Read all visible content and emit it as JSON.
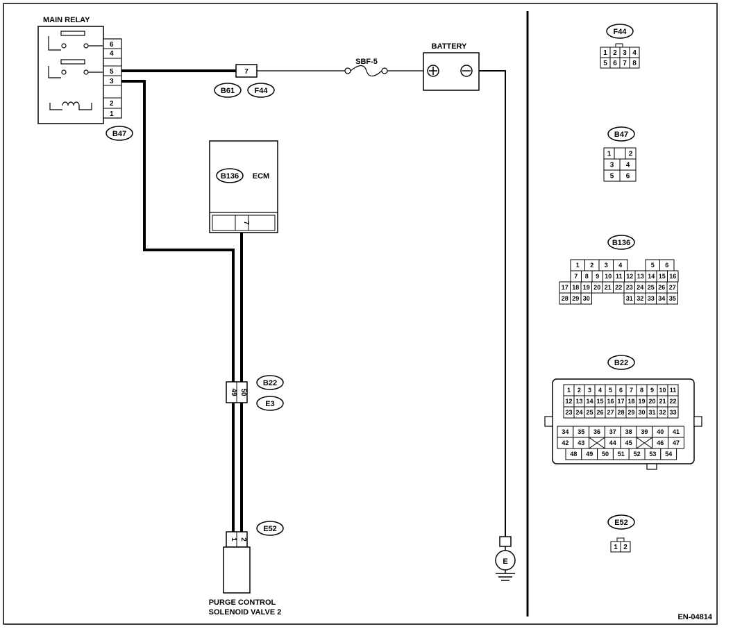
{
  "main_relay": {
    "label": "MAIN RELAY",
    "pins": [
      "6",
      "4",
      "5",
      "3",
      "2",
      "1"
    ],
    "connector": "B47"
  },
  "fuse_connector": {
    "pin": "7",
    "connectors": [
      "B61",
      "F44"
    ]
  },
  "fuse": {
    "label": "SBF-5"
  },
  "battery": {
    "label": "BATTERY"
  },
  "ecm": {
    "label": "ECM",
    "connector": "B136",
    "pin": "7"
  },
  "b22_e3": {
    "pins": [
      "49",
      "50"
    ],
    "connectors": [
      "B22",
      "E3"
    ]
  },
  "valve": {
    "connector": "E52",
    "pins": [
      "1",
      "2"
    ],
    "label_line1": "PURGE CONTROL",
    "label_line2": "SOLENOID VALVE 2"
  },
  "ground": {
    "label": "E"
  },
  "code": "EN-04814",
  "legend": {
    "f44": {
      "name": "F44",
      "rows": [
        [
          "1",
          "2",
          "3",
          "4"
        ],
        [
          "5",
          "6",
          "7",
          "8"
        ]
      ]
    },
    "b47": {
      "name": "B47",
      "rows": [
        [
          "1",
          "2"
        ],
        [
          "3",
          "4"
        ],
        [
          "5",
          "6"
        ]
      ]
    },
    "b136": {
      "name": "B136",
      "rows": [
        [
          "1",
          "2",
          "3",
          "4",
          "5",
          "6"
        ],
        [
          "7",
          "8",
          "9",
          "10",
          "11",
          "12",
          "13",
          "14",
          "15",
          "16"
        ],
        [
          "17",
          "18",
          "19",
          "20",
          "21",
          "22",
          "23",
          "24",
          "25",
          "26",
          "27"
        ],
        [
          "28",
          "29",
          "30",
          "31",
          "32",
          "33",
          "34",
          "35"
        ]
      ]
    },
    "b22": {
      "name": "B22",
      "rows": [
        [
          "1",
          "2",
          "3",
          "4",
          "5",
          "6",
          "7",
          "8",
          "9",
          "10",
          "11"
        ],
        [
          "12",
          "13",
          "14",
          "15",
          "16",
          "17",
          "18",
          "19",
          "20",
          "21",
          "22"
        ],
        [
          "23",
          "24",
          "25",
          "26",
          "27",
          "28",
          "29",
          "30",
          "31",
          "32",
          "33"
        ],
        [
          "34",
          "35",
          "36",
          "37",
          "38",
          "39",
          "40",
          "41"
        ],
        [
          "42",
          "43",
          "44",
          "45",
          "46",
          "47"
        ],
        [
          "48",
          "49",
          "50",
          "51",
          "52",
          "53",
          "54"
        ]
      ]
    },
    "e52": {
      "name": "E52",
      "rows": [
        [
          "1",
          "2"
        ]
      ]
    }
  }
}
